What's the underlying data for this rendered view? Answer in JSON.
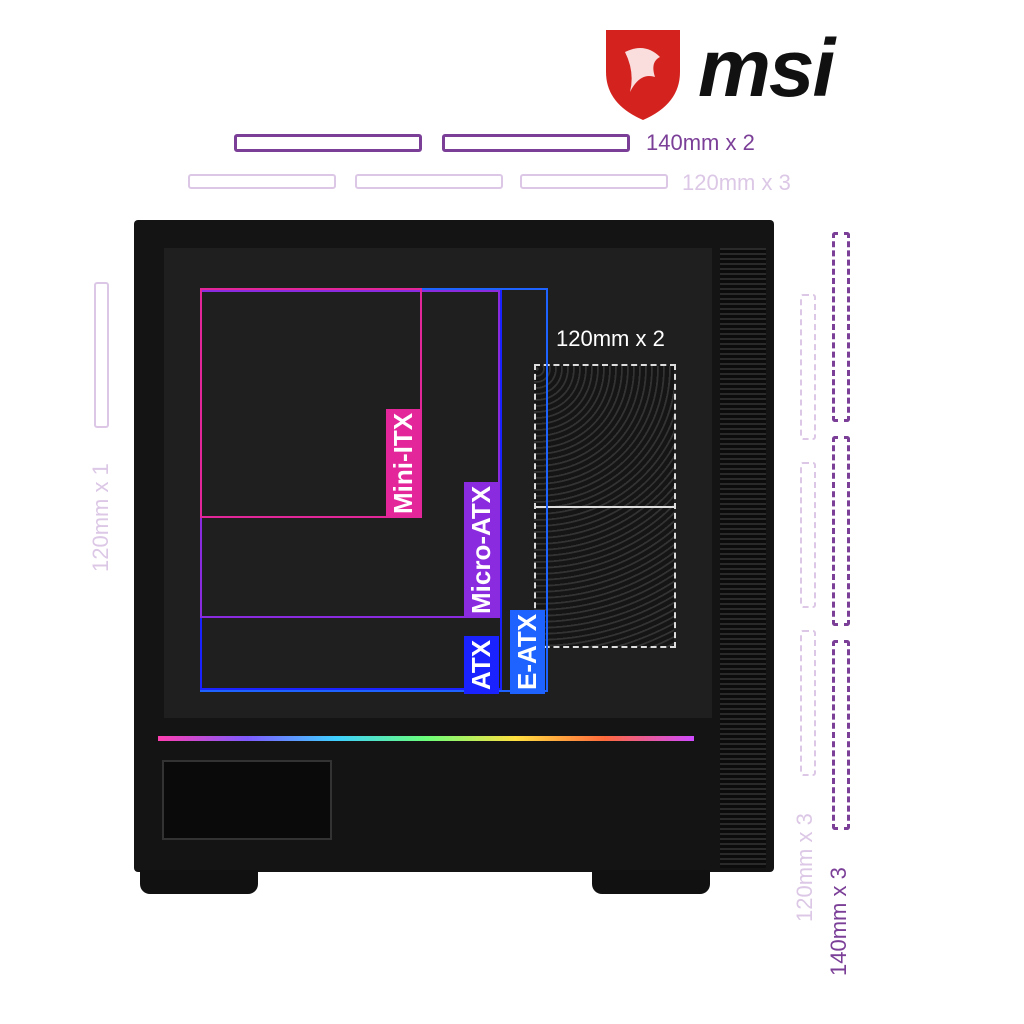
{
  "brand": {
    "name": "msi",
    "logo_icon": "msi-dragon-shield-icon"
  },
  "top_fans": {
    "large": "140mm x 2",
    "small": "120mm x 3"
  },
  "rear_fan": "120mm x 1",
  "front_fans": {
    "small": "120mm x 3",
    "large": "140mm x 3"
  },
  "psu_shroud_fans": "120mm x 2",
  "motherboards": [
    "Mini-ITX",
    "Micro-ATX",
    "ATX",
    "E-ATX"
  ],
  "colors": {
    "dark_purple": "#7b3f98",
    "light_purple": "#dcc8e6",
    "mini_itx": "#e3279b",
    "micro_atx": "#8b2be0",
    "atx": "#1a22ff",
    "e_atx": "#1e63ff",
    "brand_red": "#d4231f"
  }
}
